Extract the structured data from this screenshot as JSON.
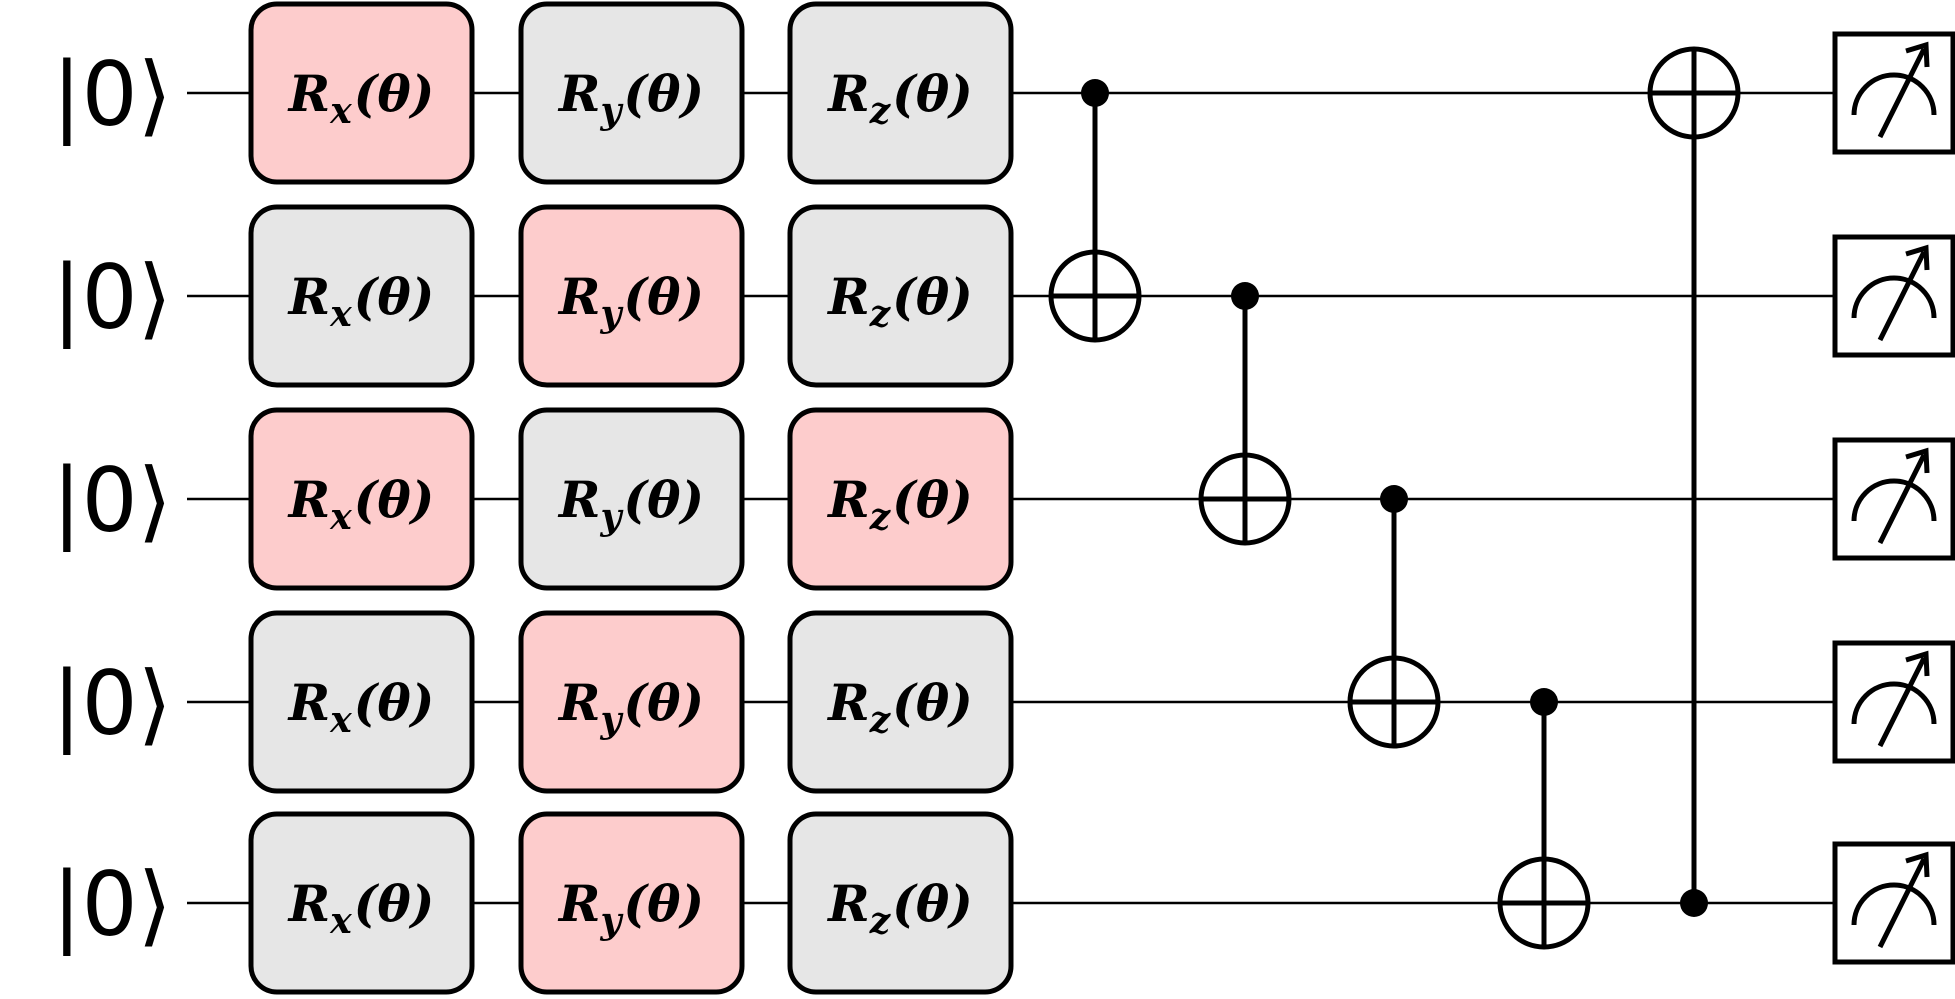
{
  "qubits": [
    {
      "label": "|0⟩",
      "gates": [
        {
          "name": "R",
          "sub": "x",
          "arg": "(θ)",
          "highlight": true
        },
        {
          "name": "R",
          "sub": "y",
          "arg": "(θ)",
          "highlight": false
        },
        {
          "name": "R",
          "sub": "z",
          "arg": "(θ)",
          "highlight": false
        }
      ]
    },
    {
      "label": "|0⟩",
      "gates": [
        {
          "name": "R",
          "sub": "x",
          "arg": "(θ)",
          "highlight": false
        },
        {
          "name": "R",
          "sub": "y",
          "arg": "(θ)",
          "highlight": true
        },
        {
          "name": "R",
          "sub": "z",
          "arg": "(θ)",
          "highlight": false
        }
      ]
    },
    {
      "label": "|0⟩",
      "gates": [
        {
          "name": "R",
          "sub": "x",
          "arg": "(θ)",
          "highlight": true
        },
        {
          "name": "R",
          "sub": "y",
          "arg": "(θ)",
          "highlight": false
        },
        {
          "name": "R",
          "sub": "z",
          "arg": "(θ)",
          "highlight": true
        }
      ]
    },
    {
      "label": "|0⟩",
      "gates": [
        {
          "name": "R",
          "sub": "x",
          "arg": "(θ)",
          "highlight": false
        },
        {
          "name": "R",
          "sub": "y",
          "arg": "(θ)",
          "highlight": true
        },
        {
          "name": "R",
          "sub": "z",
          "arg": "(θ)",
          "highlight": false
        }
      ]
    },
    {
      "label": "|0⟩",
      "gates": [
        {
          "name": "R",
          "sub": "x",
          "arg": "(θ)",
          "highlight": false
        },
        {
          "name": "R",
          "sub": "y",
          "arg": "(θ)",
          "highlight": true
        },
        {
          "name": "R",
          "sub": "z",
          "arg": "(θ)",
          "highlight": false
        }
      ]
    }
  ],
  "cnots": [
    {
      "control": 0,
      "target": 1
    },
    {
      "control": 1,
      "target": 2
    },
    {
      "control": 2,
      "target": 3
    },
    {
      "control": 3,
      "target": 4
    },
    {
      "control": 4,
      "target": 0
    }
  ],
  "measurements": [
    0,
    1,
    2,
    3,
    4
  ],
  "colors": {
    "highlight": "#fdcccc",
    "default_gate": "#e6e6e6",
    "line": "#000000"
  }
}
